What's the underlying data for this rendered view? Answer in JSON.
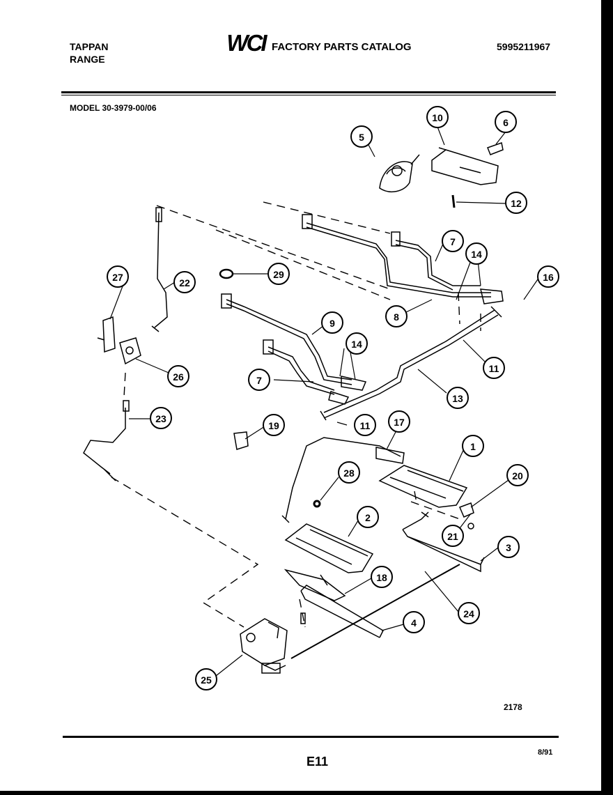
{
  "header": {
    "brand_line1": "TAPPAN",
    "brand_line2": "RANGE",
    "logo_text": "WCI",
    "catalog_title": "FACTORY PARTS CATALOG",
    "part_number": "5995211967"
  },
  "model": "MODEL 30-3979-00/06",
  "callouts": [
    "1",
    "2",
    "3",
    "4",
    "5",
    "6",
    "7",
    "7",
    "8",
    "9",
    "10",
    "11",
    "11",
    "12",
    "13",
    "14",
    "14",
    "16",
    "17",
    "18",
    "19",
    "20",
    "21",
    "22",
    "23",
    "24",
    "25",
    "26",
    "27",
    "28",
    "29"
  ],
  "footer": {
    "drawing_number": "2178",
    "page_code": "E11",
    "date": "8/91"
  }
}
